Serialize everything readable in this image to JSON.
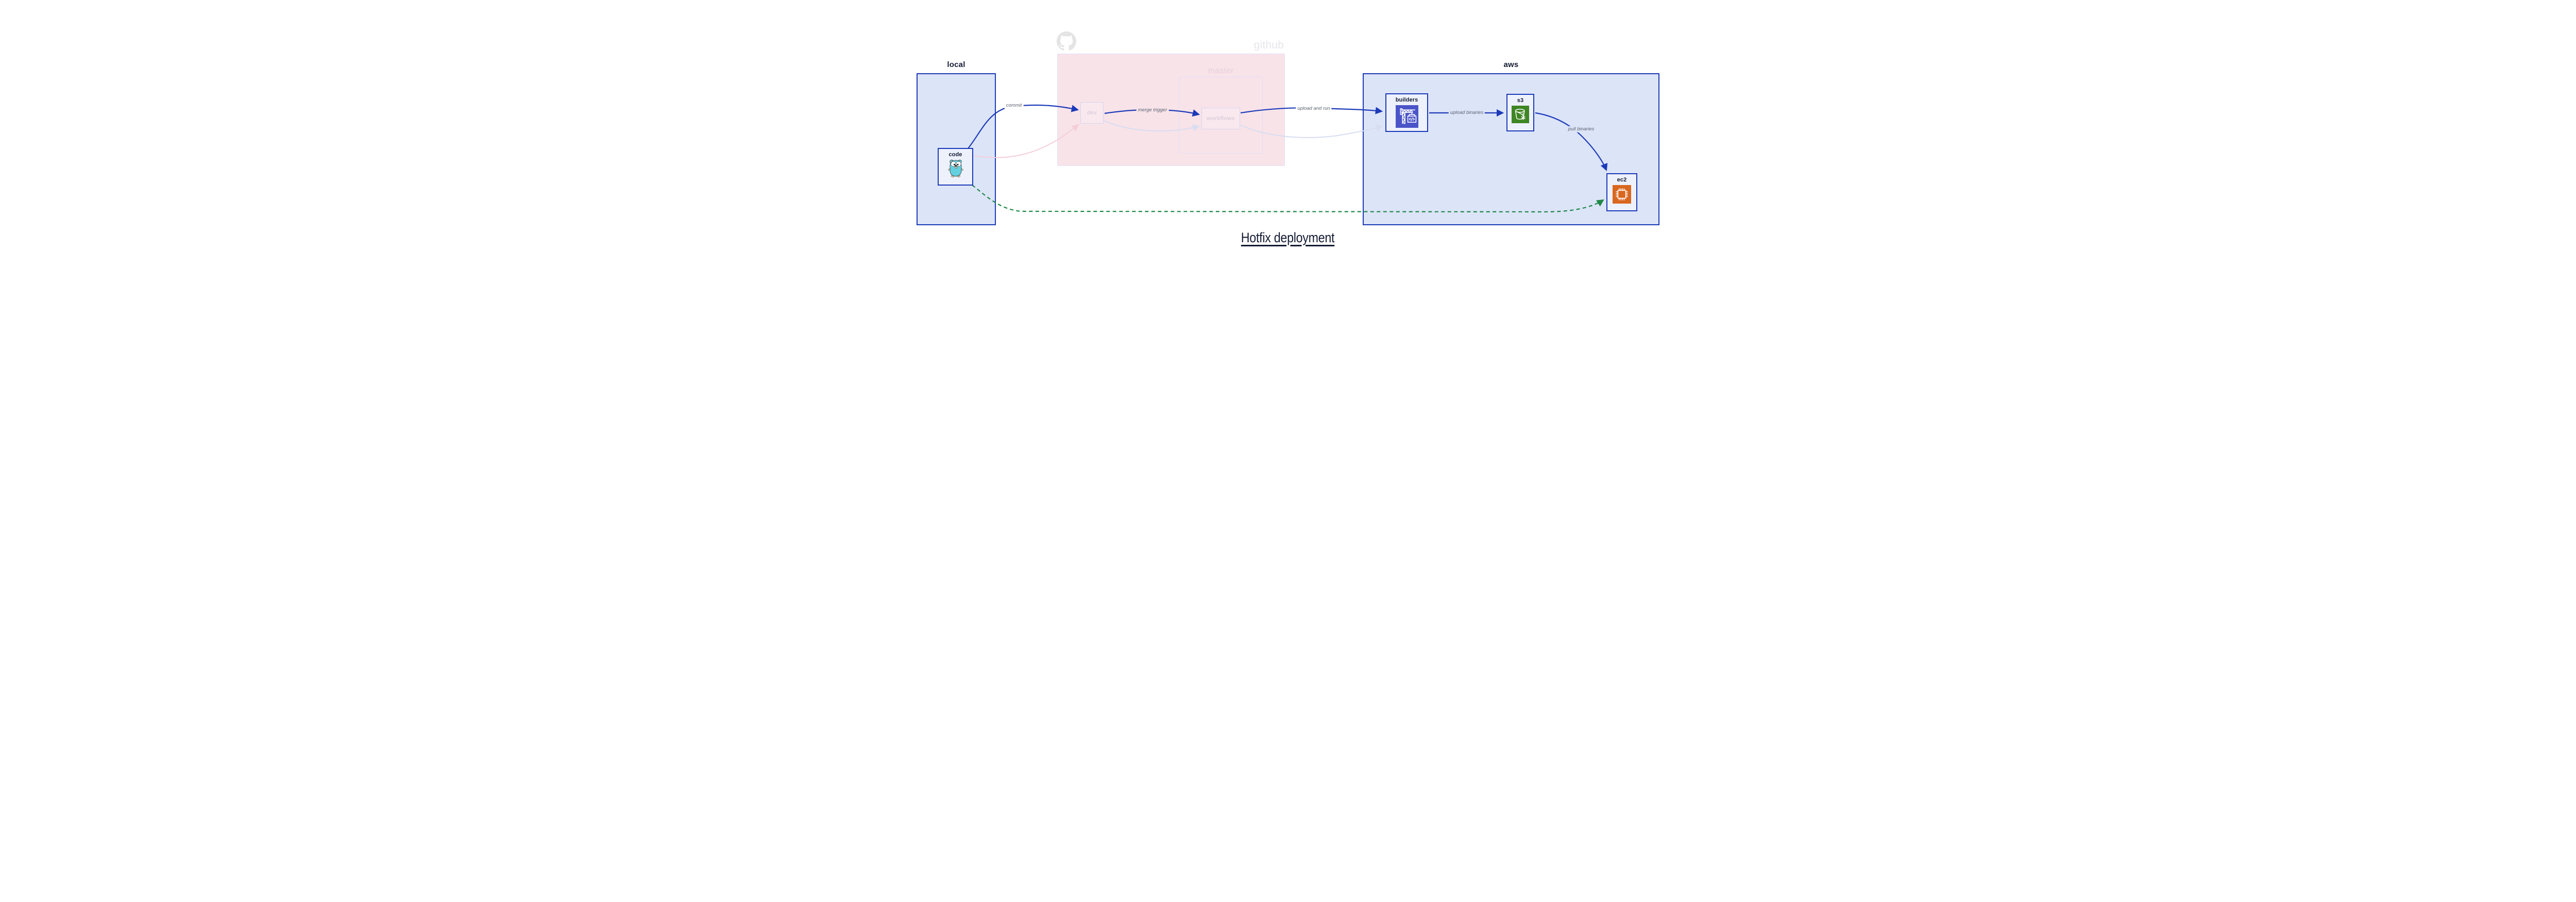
{
  "title": "Hotfix deployment",
  "groups": {
    "local": {
      "label": "local"
    },
    "github": {
      "label": "github"
    },
    "master": {
      "label": "master"
    },
    "aws": {
      "label": "aws"
    }
  },
  "nodes": {
    "code": {
      "label": "code"
    },
    "dev": {
      "label": "dev"
    },
    "workflows": {
      "label": "workflows"
    },
    "builders": {
      "label": "builders"
    },
    "s3": {
      "label": "s3"
    },
    "ec2": {
      "label": "ec2"
    }
  },
  "edges": {
    "commit": {
      "label": "commit",
      "style": "solid-blue"
    },
    "merge_trigger": {
      "label": "merge trigger",
      "style": "solid-blue"
    },
    "upload_and_run": {
      "label": "upload and run",
      "style": "solid-blue"
    },
    "upload_binaries": {
      "label": "upload binaries",
      "style": "solid-blue"
    },
    "pull_binaries": {
      "label": "pull binaries",
      "style": "solid-blue"
    },
    "code_to_ec2": {
      "label": "",
      "style": "dashed-green"
    },
    "code_to_dev_muted": {
      "label": "",
      "style": "faded-pink"
    },
    "dev_to_workflows_muted": {
      "label": "",
      "style": "faded-lavender"
    },
    "workflows_to_builders_muted": {
      "label": "",
      "style": "faded-lavender"
    }
  },
  "icons": {
    "octocat": "github-octocat-icon",
    "gopher": "go-gopher-icon",
    "builders": "codebuild-crane-icon",
    "s3": "s3-bucket-snowflake-icon",
    "ec2": "ec2-chip-icon"
  },
  "colors": {
    "blue": "#1c3ab8",
    "group_blue_fill": "#dce4f8",
    "node_fill": "#edf1fc",
    "pink_fill": "#f8e3e9",
    "pink_node_fill": "#f9e8ee",
    "lavender_border": "#d9d5ec",
    "github_border": "#e0e3f5",
    "master_border": "#e3def2",
    "muted_label": "#decfdc",
    "master_label": "#e8cfda",
    "github_label": "#e6e6ea",
    "octocat": "#e4e4e4",
    "green": "#1f8747",
    "pink_arrow": "#f4cfdb",
    "lavender_arrow": "#d8ddf2",
    "edge_label": "#5d6472",
    "dark": "#141b33",
    "codebuild_purple": "#4b55c8",
    "s3_green": "#3f8624",
    "ec2_orange": "#d9671e"
  }
}
